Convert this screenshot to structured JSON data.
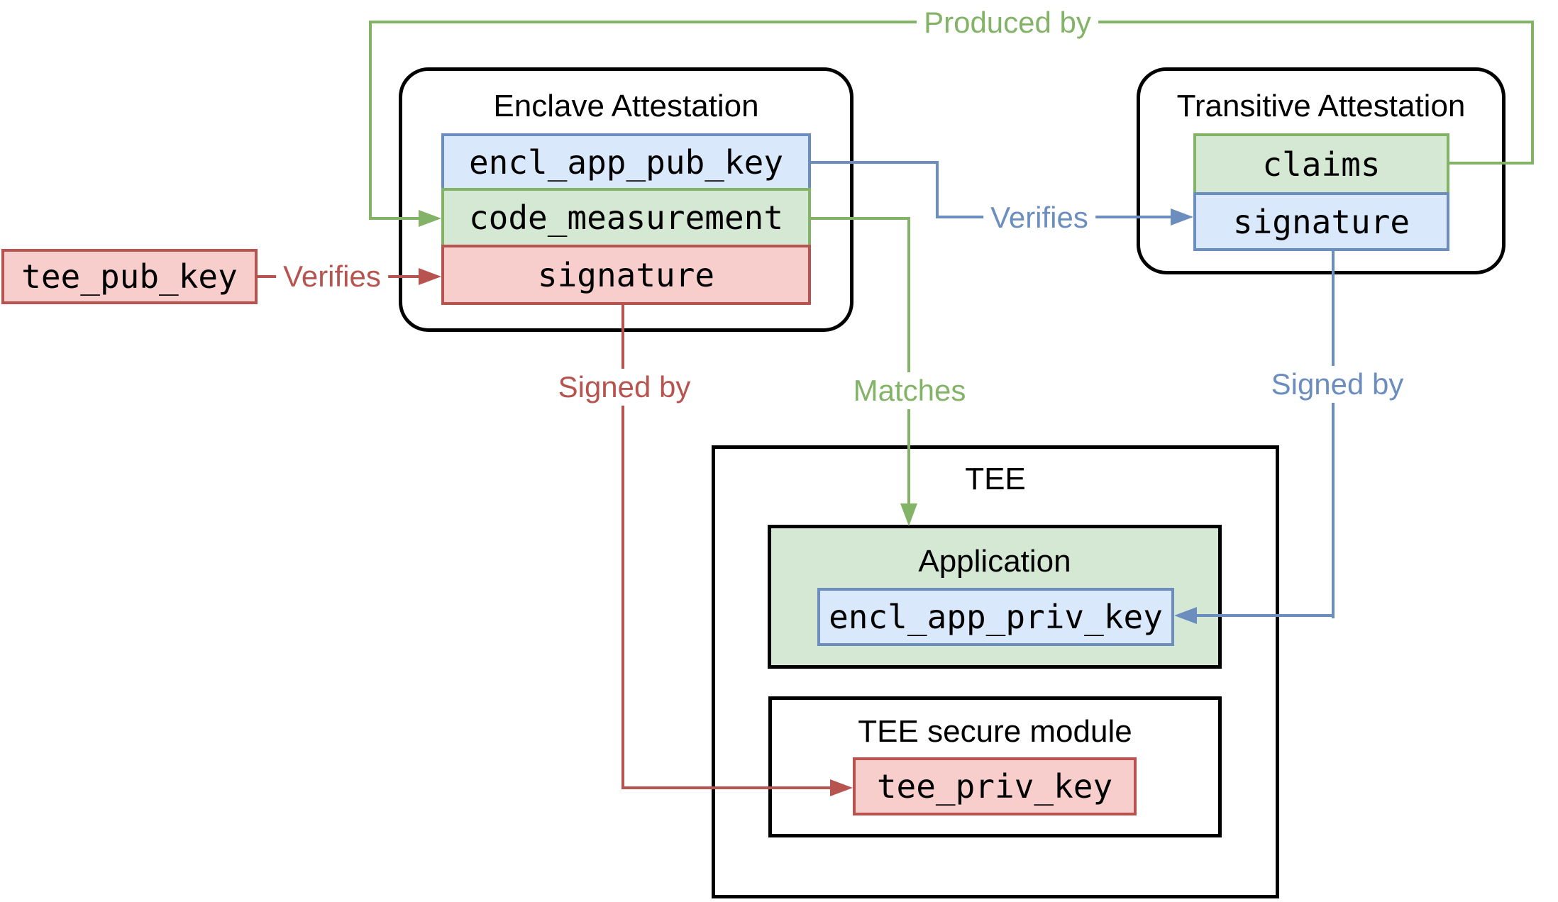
{
  "colors": {
    "red_stroke": "#b85450",
    "red_fill": "#f8cecc",
    "green_stroke": "#82b366",
    "green_fill": "#d5e8d4",
    "blue_stroke": "#6c8ebf",
    "blue_fill": "#dae8fc",
    "black": "#000000"
  },
  "nodes": {
    "tee_pub_key": {
      "label": "tee_pub_key"
    },
    "enclave_attestation": {
      "title": "Enclave Attestation",
      "fields": [
        {
          "name": "encl_app_pub_key",
          "color": "blue"
        },
        {
          "name": "code_measurement",
          "color": "green"
        },
        {
          "name": "signature",
          "color": "red"
        }
      ]
    },
    "transitive_attestation": {
      "title": "Transitive Attestation",
      "fields": [
        {
          "name": "claims",
          "color": "green"
        },
        {
          "name": "signature",
          "color": "blue"
        }
      ]
    },
    "tee": {
      "title": "TEE"
    },
    "application": {
      "title": "Application",
      "field": "encl_app_priv_key"
    },
    "tee_secure_module": {
      "title": "TEE secure module",
      "field": "tee_priv_key"
    }
  },
  "edges": {
    "produced_by": {
      "label": "Produced by",
      "color": "#82b366",
      "from": "claims",
      "to": "code_measurement"
    },
    "tee_pub_verifies": {
      "label": "Verifies",
      "color": "#b85450",
      "from": "tee_pub_key",
      "to": "signature"
    },
    "encl_pub_verifies": {
      "label": "Verifies",
      "color": "#6c8ebf",
      "from": "encl_app_pub_key",
      "to": "signature"
    },
    "signature_signed_by": {
      "label": "Signed by",
      "color": "#b85450",
      "from": "signature",
      "to": "tee_priv_key"
    },
    "measurement_matches": {
      "label": "Matches",
      "color": "#82b366",
      "from": "code_measurement",
      "to": "Application"
    },
    "transitive_signed_by": {
      "label": "Signed by",
      "color": "#6c8ebf",
      "from": "signature",
      "to": "encl_app_priv_key"
    }
  }
}
